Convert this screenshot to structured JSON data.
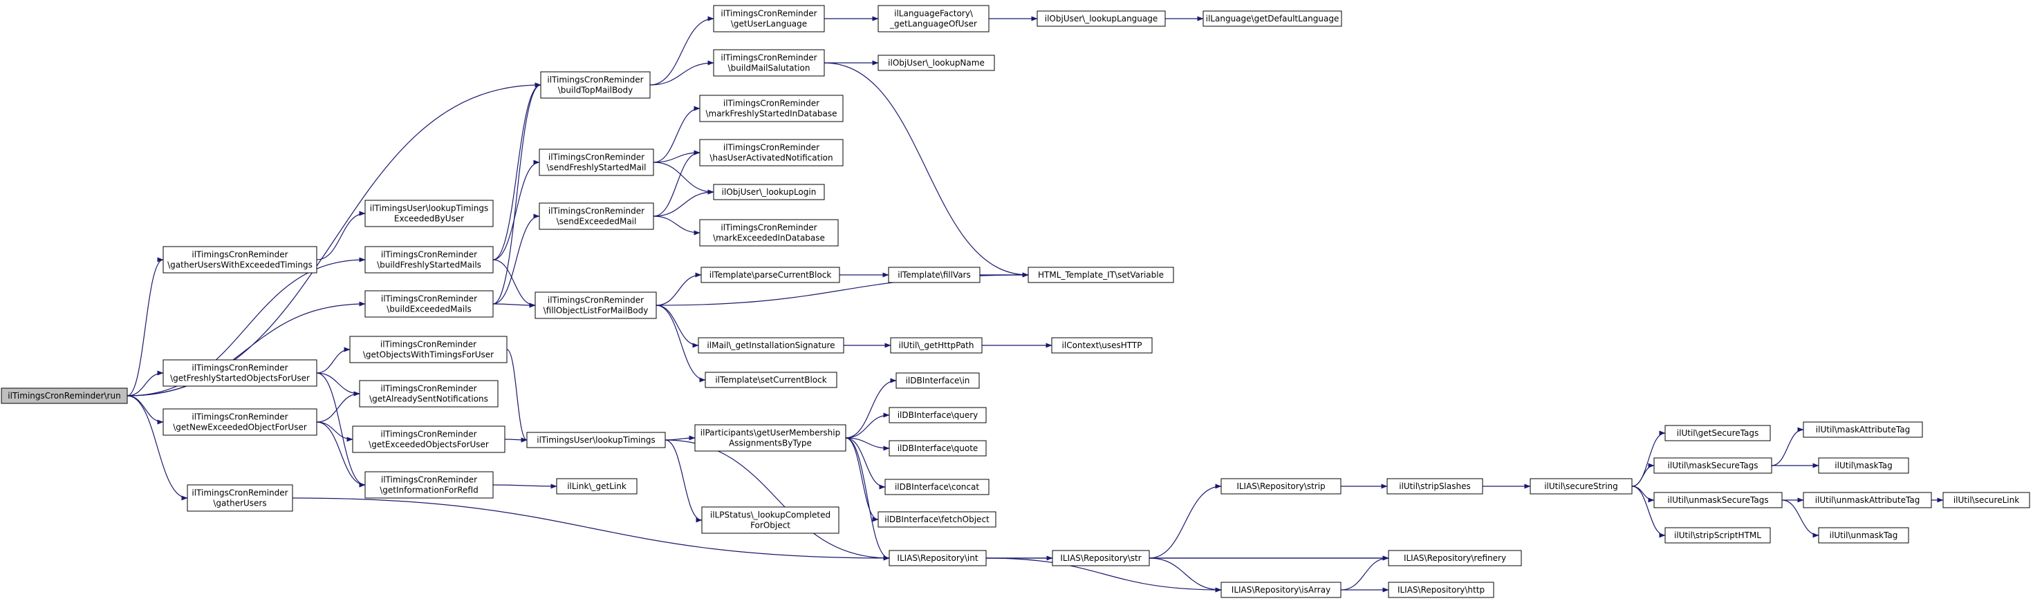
{
  "diagram": {
    "type": "call-graph",
    "edge_color": "#191970",
    "root_fill": "#bfbfbf",
    "nodes": [
      {
        "id": "run",
        "lines": [
          "ilTimingsCronReminder\\run"
        ],
        "root": true
      },
      {
        "id": "gatherUsersWithExceededTimings",
        "lines": [
          "ilTimingsCronReminder",
          "\\gatherUsersWithExceededTimings"
        ]
      },
      {
        "id": "getFreshlyStartedObjectsForUser",
        "lines": [
          "ilTimingsCronReminder",
          "\\getFreshlyStartedObjectsForUser"
        ]
      },
      {
        "id": "getNewExceededObjectForUser",
        "lines": [
          "ilTimingsCronReminder",
          "\\getNewExceededObjectForUser"
        ]
      },
      {
        "id": "gatherUsers",
        "lines": [
          "ilTimingsCronReminder",
          "\\gatherUsers"
        ]
      },
      {
        "id": "lookupTimingsExceededByUser",
        "lines": [
          "ilTimingsUser\\lookupTimings",
          "ExceededByUser"
        ]
      },
      {
        "id": "buildFreshlyStartedMails",
        "lines": [
          "ilTimingsCronReminder",
          "\\buildFreshlyStartedMails"
        ]
      },
      {
        "id": "buildExceededMails",
        "lines": [
          "ilTimingsCronReminder",
          "\\buildExceededMails"
        ]
      },
      {
        "id": "getObjectsWithTimingsForUser",
        "lines": [
          "ilTimingsCronReminder",
          "\\getObjectsWithTimingsForUser"
        ]
      },
      {
        "id": "getAlreadySentNotifications",
        "lines": [
          "ilTimingsCronReminder",
          "\\getAlreadySentNotifications"
        ]
      },
      {
        "id": "getExceededObjectsForUser",
        "lines": [
          "ilTimingsCronReminder",
          "\\getExceededObjectsForUser"
        ]
      },
      {
        "id": "getInformationForRefId",
        "lines": [
          "ilTimingsCronReminder",
          "\\getInformationForRefId"
        ]
      },
      {
        "id": "buildTopMailBody",
        "lines": [
          "ilTimingsCronReminder",
          "\\buildTopMailBody"
        ]
      },
      {
        "id": "sendFreshlyStartedMail",
        "lines": [
          "ilTimingsCronReminder",
          "\\sendFreshlyStartedMail"
        ]
      },
      {
        "id": "sendExceededMail",
        "lines": [
          "ilTimingsCronReminder",
          "\\sendExceededMail"
        ]
      },
      {
        "id": "fillObjectListForMailBody",
        "lines": [
          "ilTimingsCronReminder",
          "\\fillObjectListForMailBody"
        ]
      },
      {
        "id": "lookupTimings",
        "lines": [
          "ilTimingsUser\\lookupTimings"
        ]
      },
      {
        "id": "ilLinkGetLink",
        "lines": [
          "ilLink\\_getLink"
        ]
      },
      {
        "id": "getUserLanguage",
        "lines": [
          "ilTimingsCronReminder",
          "\\getUserLanguage"
        ]
      },
      {
        "id": "buildMailSalutation",
        "lines": [
          "ilTimingsCronReminder",
          "\\buildMailSalutation"
        ]
      },
      {
        "id": "markFreshlyStartedInDatabase",
        "lines": [
          "ilTimingsCronReminder",
          "\\markFreshlyStartedInDatabase"
        ]
      },
      {
        "id": "hasUserActivatedNotification",
        "lines": [
          "ilTimingsCronReminder",
          "\\hasUserActivatedNotification"
        ]
      },
      {
        "id": "lookupLogin",
        "lines": [
          "ilObjUser\\_lookupLogin"
        ]
      },
      {
        "id": "markExceededInDatabase",
        "lines": [
          "ilTimingsCronReminder",
          "\\markExceededInDatabase"
        ]
      },
      {
        "id": "parseCurrentBlock",
        "lines": [
          "ilTemplate\\parseCurrentBlock"
        ]
      },
      {
        "id": "getInstallationSignature",
        "lines": [
          "ilMail\\_getInstallationSignature"
        ]
      },
      {
        "id": "setCurrentBlock",
        "lines": [
          "ilTemplate\\setCurrentBlock"
        ]
      },
      {
        "id": "getMembershipAssignmentsByType",
        "lines": [
          "ilParticipants\\getUserMembership",
          "AssignmentsByType"
        ]
      },
      {
        "id": "lookupCompletedForObject",
        "lines": [
          "ilLPStatus\\_lookupCompleted",
          "ForObject"
        ]
      },
      {
        "id": "getLanguageOfUser",
        "lines": [
          "ilLanguageFactory\\",
          "_getLanguageOfUser"
        ]
      },
      {
        "id": "lookupName",
        "lines": [
          "ilObjUser\\_lookupName"
        ]
      },
      {
        "id": "fillVars",
        "lines": [
          "ilTemplate\\fillVars"
        ]
      },
      {
        "id": "getHttpPath",
        "lines": [
          "ilUtil\\_getHttpPath"
        ]
      },
      {
        "id": "dbIn",
        "lines": [
          "ilDBInterface\\in"
        ]
      },
      {
        "id": "dbQuery",
        "lines": [
          "ilDBInterface\\query"
        ]
      },
      {
        "id": "dbQuote",
        "lines": [
          "ilDBInterface\\quote"
        ]
      },
      {
        "id": "dbConcat",
        "lines": [
          "ilDBInterface\\concat"
        ]
      },
      {
        "id": "dbFetchObject",
        "lines": [
          "ilDBInterface\\fetchObject"
        ]
      },
      {
        "id": "repoInt",
        "lines": [
          "ILIAS\\Repository\\int"
        ]
      },
      {
        "id": "lookupLanguage",
        "lines": [
          "ilObjUser\\_lookupLanguage"
        ]
      },
      {
        "id": "setVariable",
        "lines": [
          "HTML_Template_IT\\setVariable"
        ]
      },
      {
        "id": "usesHTTP",
        "lines": [
          "ilContext\\usesHTTP"
        ]
      },
      {
        "id": "repoStrip",
        "lines": [
          "ILIAS\\Repository\\strip"
        ]
      },
      {
        "id": "repoStr",
        "lines": [
          "ILIAS\\Repository\\str"
        ]
      },
      {
        "id": "repoIsArray",
        "lines": [
          "ILIAS\\Repository\\isArray"
        ]
      },
      {
        "id": "getDefaultLanguage",
        "lines": [
          "ilLanguage\\getDefaultLanguage"
        ]
      },
      {
        "id": "stripSlashes",
        "lines": [
          "ilUtil\\stripSlashes"
        ]
      },
      {
        "id": "repoRefinery",
        "lines": [
          "ILIAS\\Repository\\refinery"
        ]
      },
      {
        "id": "repoHttp",
        "lines": [
          "ILIAS\\Repository\\http"
        ]
      },
      {
        "id": "secureString",
        "lines": [
          "ilUtil\\secureString"
        ]
      },
      {
        "id": "getSecureTags",
        "lines": [
          "ilUtil\\getSecureTags"
        ]
      },
      {
        "id": "maskSecureTags",
        "lines": [
          "ilUtil\\maskSecureTags"
        ]
      },
      {
        "id": "unmaskSecureTags",
        "lines": [
          "ilUtil\\unmaskSecureTags"
        ]
      },
      {
        "id": "stripScriptHTML",
        "lines": [
          "ilUtil\\stripScriptHTML"
        ]
      },
      {
        "id": "maskAttributeTag",
        "lines": [
          "ilUtil\\maskAttributeTag"
        ]
      },
      {
        "id": "maskTag",
        "lines": [
          "ilUtil\\maskTag"
        ]
      },
      {
        "id": "unmaskAttributeTag",
        "lines": [
          "ilUtil\\unmaskAttributeTag"
        ]
      },
      {
        "id": "unmaskTag",
        "lines": [
          "ilUtil\\unmaskTag"
        ]
      },
      {
        "id": "secureLink",
        "lines": [
          "ilUtil\\secureLink"
        ]
      }
    ],
    "edges": [
      [
        "run",
        "gatherUsersWithExceededTimings"
      ],
      [
        "run",
        "getFreshlyStartedObjectsForUser"
      ],
      [
        "run",
        "getNewExceededObjectForUser"
      ],
      [
        "run",
        "gatherUsers"
      ],
      [
        "run",
        "buildTopMailBody"
      ],
      [
        "run",
        "buildFreshlyStartedMails"
      ],
      [
        "run",
        "buildExceededMails"
      ],
      [
        "gatherUsersWithExceededTimings",
        "lookupTimingsExceededByUser"
      ],
      [
        "getFreshlyStartedObjectsForUser",
        "getObjectsWithTimingsForUser"
      ],
      [
        "getFreshlyStartedObjectsForUser",
        "getAlreadySentNotifications"
      ],
      [
        "getFreshlyStartedObjectsForUser",
        "getInformationForRefId"
      ],
      [
        "getNewExceededObjectForUser",
        "getAlreadySentNotifications"
      ],
      [
        "getNewExceededObjectForUser",
        "getExceededObjectsForUser"
      ],
      [
        "getNewExceededObjectForUser",
        "getInformationForRefId"
      ],
      [
        "gatherUsers",
        "repoInt"
      ],
      [
        "buildFreshlyStartedMails",
        "buildTopMailBody"
      ],
      [
        "buildFreshlyStartedMails",
        "sendFreshlyStartedMail"
      ],
      [
        "buildFreshlyStartedMails",
        "fillObjectListForMailBody"
      ],
      [
        "buildExceededMails",
        "buildTopMailBody"
      ],
      [
        "buildExceededMails",
        "sendExceededMail"
      ],
      [
        "buildExceededMails",
        "fillObjectListForMailBody"
      ],
      [
        "getObjectsWithTimingsForUser",
        "lookupTimings"
      ],
      [
        "getExceededObjectsForUser",
        "lookupTimings"
      ],
      [
        "getInformationForRefId",
        "ilLinkGetLink"
      ],
      [
        "buildTopMailBody",
        "getUserLanguage"
      ],
      [
        "buildTopMailBody",
        "buildMailSalutation"
      ],
      [
        "sendFreshlyStartedMail",
        "markFreshlyStartedInDatabase"
      ],
      [
        "sendFreshlyStartedMail",
        "hasUserActivatedNotification"
      ],
      [
        "sendFreshlyStartedMail",
        "lookupLogin"
      ],
      [
        "sendExceededMail",
        "hasUserActivatedNotification"
      ],
      [
        "sendExceededMail",
        "lookupLogin"
      ],
      [
        "sendExceededMail",
        "markExceededInDatabase"
      ],
      [
        "fillObjectListForMailBody",
        "parseCurrentBlock"
      ],
      [
        "fillObjectListForMailBody",
        "setVariable"
      ],
      [
        "fillObjectListForMailBody",
        "getInstallationSignature"
      ],
      [
        "fillObjectListForMailBody",
        "setCurrentBlock"
      ],
      [
        "lookupTimings",
        "getMembershipAssignmentsByType"
      ],
      [
        "lookupTimings",
        "lookupCompletedForObject"
      ],
      [
        "lookupTimings",
        "repoInt"
      ],
      [
        "getUserLanguage",
        "getLanguageOfUser"
      ],
      [
        "buildMailSalutation",
        "lookupName"
      ],
      [
        "buildMailSalutation",
        "setVariable"
      ],
      [
        "parseCurrentBlock",
        "fillVars"
      ],
      [
        "fillVars",
        "setVariable"
      ],
      [
        "getInstallationSignature",
        "getHttpPath"
      ],
      [
        "getHttpPath",
        "usesHTTP"
      ],
      [
        "getMembershipAssignmentsByType",
        "dbIn"
      ],
      [
        "getMembershipAssignmentsByType",
        "dbQuery"
      ],
      [
        "getMembershipAssignmentsByType",
        "dbQuote"
      ],
      [
        "getMembershipAssignmentsByType",
        "dbConcat"
      ],
      [
        "getMembershipAssignmentsByType",
        "dbFetchObject"
      ],
      [
        "getMembershipAssignmentsByType",
        "repoInt"
      ],
      [
        "getLanguageOfUser",
        "lookupLanguage"
      ],
      [
        "lookupLanguage",
        "getDefaultLanguage"
      ],
      [
        "repoInt",
        "repoStr"
      ],
      [
        "repoInt",
        "repoRefinery"
      ],
      [
        "repoInt",
        "repoIsArray"
      ],
      [
        "repoStr",
        "repoStrip"
      ],
      [
        "repoStr",
        "repoRefinery"
      ],
      [
        "repoStr",
        "repoIsArray"
      ],
      [
        "repoIsArray",
        "repoRefinery"
      ],
      [
        "repoIsArray",
        "repoHttp"
      ],
      [
        "repoStrip",
        "stripSlashes"
      ],
      [
        "stripSlashes",
        "secureString"
      ],
      [
        "secureString",
        "getSecureTags"
      ],
      [
        "secureString",
        "maskSecureTags"
      ],
      [
        "secureString",
        "unmaskSecureTags"
      ],
      [
        "secureString",
        "stripScriptHTML"
      ],
      [
        "maskSecureTags",
        "maskAttributeTag"
      ],
      [
        "maskSecureTags",
        "maskTag"
      ],
      [
        "unmaskSecureTags",
        "unmaskAttributeTag"
      ],
      [
        "unmaskSecureTags",
        "unmaskTag"
      ],
      [
        "unmaskAttributeTag",
        "secureLink"
      ]
    ]
  }
}
